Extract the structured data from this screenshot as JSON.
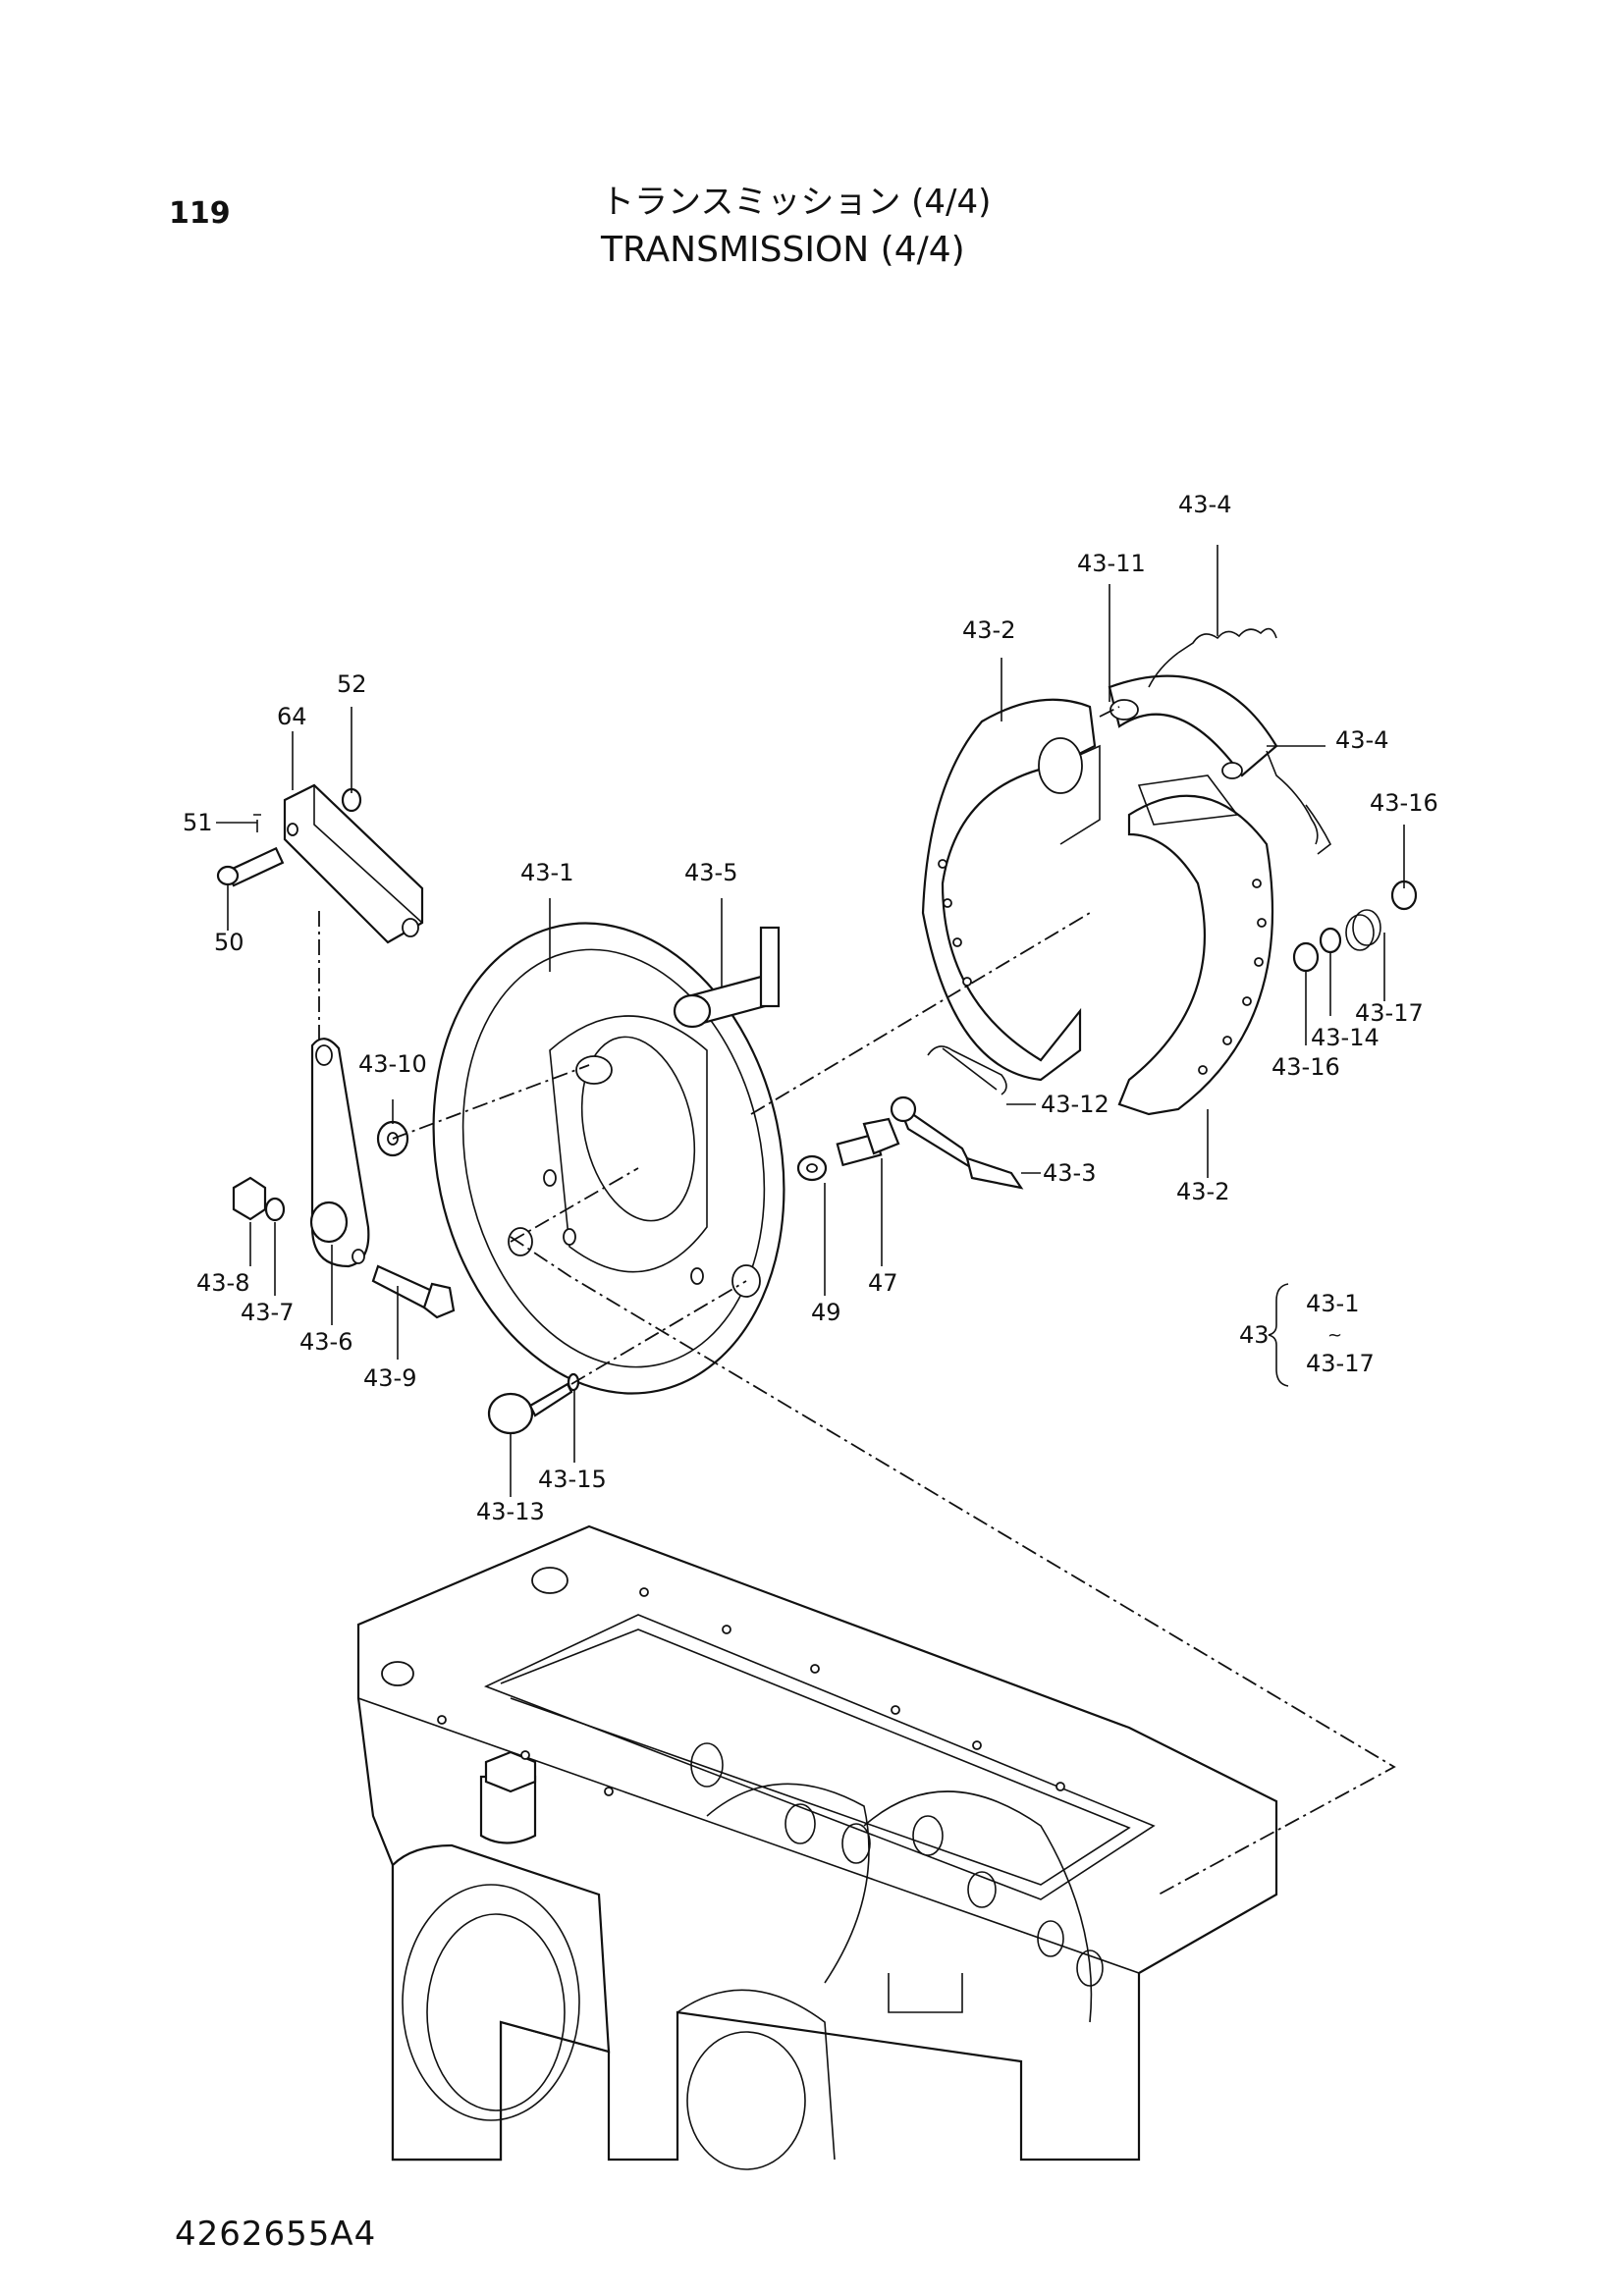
{
  "header": {
    "page_number": "119",
    "title_jp": "トランスミッション (4/4)",
    "title_en": "TRANSMISSION (4/4)"
  },
  "footer": {
    "drawing_number": "4262655A4"
  },
  "callouts": {
    "c43_4a": "43-4",
    "c43_11": "43-11",
    "c43_2a": "43-2",
    "c43_4b": "43-4",
    "c43_16a": "43-16",
    "c52": "52",
    "c64": "64",
    "c51": "51",
    "c50": "50",
    "c43_1": "43-1",
    "c43_5": "43-5",
    "c43_17": "43-17",
    "c43_14": "43-14",
    "c43_16b": "43-16",
    "c43_10": "43-10",
    "c43_12": "43-12",
    "c43_3": "43-3",
    "c43_2b": "43-2",
    "c43_8": "43-8",
    "c43_7": "43-7",
    "c43_6": "43-6",
    "c43_9": "43-9",
    "c49": "49",
    "c47": "47",
    "c43_15": "43-15",
    "c43_13": "43-13"
  },
  "assembly_note": {
    "parent": "43",
    "range_start": "43-1",
    "range_symbol": "~",
    "range_end": "43-17"
  }
}
